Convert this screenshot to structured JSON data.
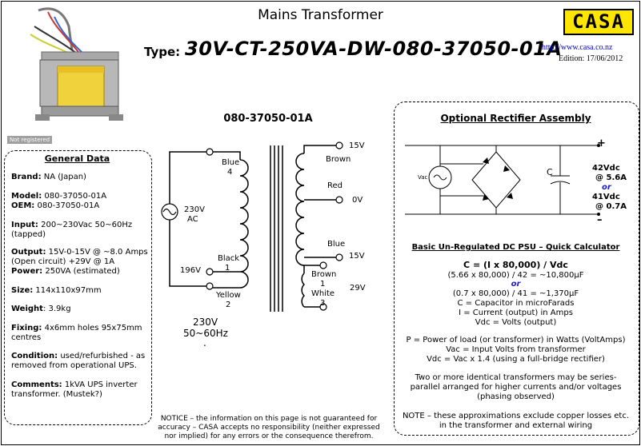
{
  "header": {
    "title": "Mains Transformer",
    "logo_text": "CASA",
    "type_label": "Type:",
    "type_value": "30V-CT-250VA-DW-080-37050-01A",
    "url": "http://www.casa.co.nz",
    "edition": "Edition: 17/06/2012"
  },
  "photo": {
    "badge": "Not registered"
  },
  "general": {
    "title": "General Data",
    "brand_label": "Brand:",
    "brand_value": "NA (Japan)",
    "model_label": "Model:",
    "model_value": "080-37050-01A",
    "oem_label": "OEM:",
    "oem_value": "080-37050-01A",
    "input_label": "Input:",
    "input_value": "200~230Vac 50~60Hz (tapped)",
    "output_label": "Output:",
    "output_value": "15V-0-15V @ ~8.0 Amps (Open circuit) +29V @ 1A",
    "power_label": "Power:",
    "power_value": "250VA (estimated)",
    "size_label": "Size:",
    "size_value": "114x110x97mm",
    "weight_label": "Weight",
    "weight_value": ": 3.9kg",
    "fixing_label": "Fixing:",
    "fixing_value": "4x6mm holes 95x75mm centres",
    "condition_label": "Condition:",
    "condition_value": "used/refurbished - as removed from operational UPS.",
    "comments_label": "Comments:",
    "comments_value": "1kVA UPS inverter transformer. (Mustek?)"
  },
  "diagram": {
    "model": "080-37050-01A",
    "primary": {
      "blue": "Blue",
      "blue_num": "4",
      "source": "230V",
      "source2": "AC",
      "tap": "196V",
      "black": "Black",
      "black_num": "1",
      "yellow": "Yellow",
      "yellow_num": "2",
      "rating": "230V",
      "freq": "50~60Hz",
      "dot": "."
    },
    "secondary": {
      "v15_top": "15V",
      "brown": "Brown",
      "red": "Red",
      "v0": "0V",
      "blue": "Blue",
      "v15_bot": "15V",
      "brown2": "Brown",
      "n1": "1",
      "white": "White",
      "n3": "3",
      "v29": "29V"
    }
  },
  "rectifier": {
    "title": "Optional Rectifier Assembly",
    "plus": "+",
    "minus": "–",
    "vac": "Vac",
    "cap": "C",
    "out1a": "42Vdc",
    "out1b": "@ 5.6A",
    "or": "or",
    "out2a": "41Vdc",
    "out2b": "@ 0.7A"
  },
  "calculator": {
    "title": "Basic Un-Regulated DC PSU – Quick Calculator",
    "formula": "C = (I x 80,000) / Vdc",
    "ex1": "(5.66 x 80,000) / 42 = ~10,800µF",
    "or": "or",
    "ex2": "(0.7 x 80,000) / 41 = ~1,370µF",
    "def_c": "C = Capacitor in microFarads",
    "def_i": "I = Current (output) in Amps",
    "def_v": "Vdc = Volts (output)",
    "p1": "P = Power of load (or transformer) in Watts (VoltAmps)",
    "p2": "Vac = Input Volts from transformer",
    "p3": "Vdc = Vac x 1.4 (using a full-bridge rectifier)",
    "series1": "Two or more identical transformers may be series-",
    "series2": "parallel arranged for higher currents and/or voltages",
    "series3": "(phasing observed)",
    "note1": "NOTE – these approximations exclude copper losses etc.",
    "note2": "in the transformer and external wiring"
  },
  "notice": {
    "l1": "NOTICE – the information on this page is not guaranteed for",
    "l2": "accuracy – CASA accepts no responsibility (neither expressed",
    "l3": "nor implied) for any errors or the consequence therefrom."
  }
}
